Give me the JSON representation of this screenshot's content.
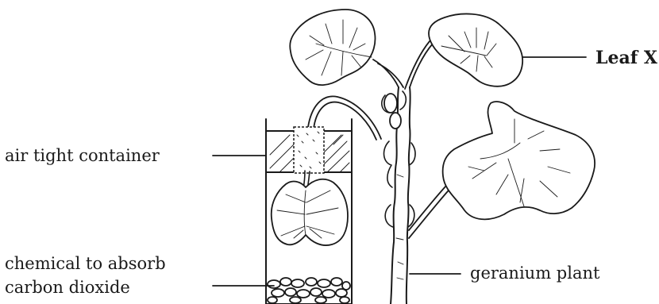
{
  "labels": {
    "leaf_x": "Leaf X",
    "container": "air tight container",
    "chemical_line1": "chemical to absorb",
    "chemical_line2": "carbon dioxide",
    "plant": "geranium plant"
  },
  "colors": {
    "ink": "#1a1a1a",
    "background": "#ffffff"
  }
}
